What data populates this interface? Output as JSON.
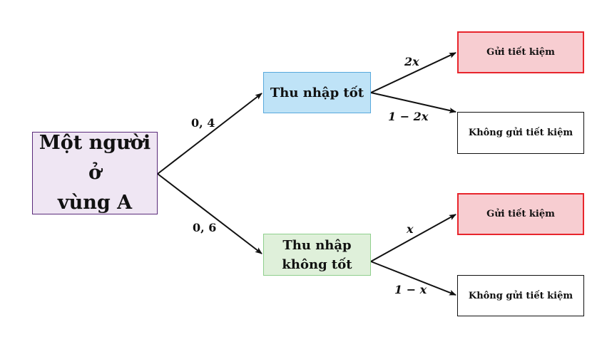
{
  "root": {
    "line1": "Một người ở",
    "line2": "vùng A"
  },
  "level1": [
    {
      "label_line1": "Thu nhập tốt",
      "label_line2": "",
      "edge_label": "0, 4"
    },
    {
      "label_line1": "Thu nhập",
      "label_line2": "không tốt",
      "edge_label": "0, 6"
    }
  ],
  "leaves": [
    {
      "label": "Gửi tiết kiệm",
      "edge_label": "2x"
    },
    {
      "label": "Không gửi tiết kiệm",
      "edge_label": "1 − 2x"
    },
    {
      "label": "Gửi tiết kiệm",
      "edge_label": "x"
    },
    {
      "label": "Không gửi tiết kiệm",
      "edge_label": "1 − x"
    }
  ],
  "colors": {
    "root_fill": "#efe6f3",
    "root_border": "#5a2a7a",
    "good_income_fill": "#bfe3f7",
    "good_income_border": "#58a9dc",
    "bad_income_fill": "#dff0da",
    "bad_income_border": "#8fcf8d",
    "save_fill": "#f7cdd1",
    "save_border": "#e8252c",
    "nosave_fill": "#ffffff",
    "nosave_border": "#111111"
  }
}
